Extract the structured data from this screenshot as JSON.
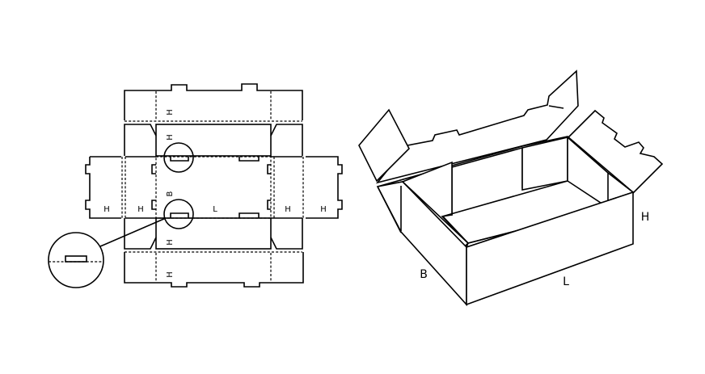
{
  "dieline": {
    "labels": {
      "top_flap_h": "H",
      "top_side_h": "H",
      "base_b": "B",
      "base_l": "L",
      "bottom_side_h": "H",
      "bottom_flap_h": "H",
      "left_outer_h": "H",
      "left_inner_h": "H",
      "right_inner_h": "H",
      "right_outer_h": "H"
    }
  },
  "box": {
    "labels": {
      "b": "B",
      "l": "L",
      "h": "H"
    }
  }
}
